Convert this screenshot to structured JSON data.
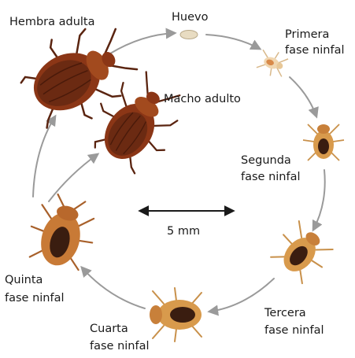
{
  "labels": {
    "hembra_adulta": "Hembra adulta",
    "huevo": "Huevo",
    "primera_1": "Primera",
    "primera_2": "fase ninfal",
    "macho_adulto": "Macho adulto",
    "segunda_1": "Segunda",
    "segunda_2": "fase ninfal",
    "scale": "5 mm",
    "quinta_1": "Quinta",
    "quinta_2": "fase ninfal",
    "tercera_1": "Tercera",
    "tercera_2": "fase ninfal",
    "cuarta_1": "Cuarta",
    "cuarta_2": "fase ninfal"
  },
  "colors": {
    "arrow": "#9a9a9a",
    "scale_arrow": "#1a1a1a",
    "bug_dark": "#6b2a12",
    "bug_mid": "#a24a1e",
    "nymph_light": "#d89a4c",
    "nymph_pale": "#f0d6b0",
    "gut": "#3a1d10",
    "egg": "#e8dcc2"
  }
}
